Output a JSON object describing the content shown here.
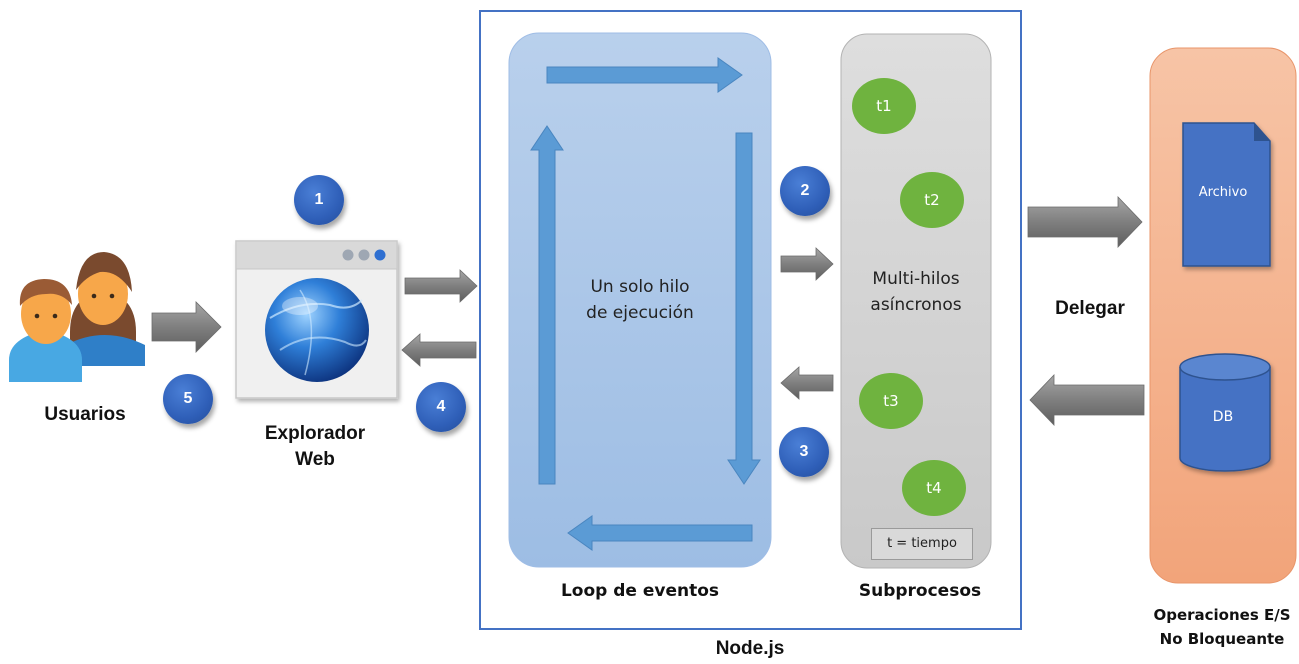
{
  "users": {
    "label": "Usuarios"
  },
  "browser": {
    "label_line1": "Explorador",
    "label_line2": "Web"
  },
  "badges": [
    "1",
    "2",
    "3",
    "4",
    "5"
  ],
  "event_loop": {
    "label": "Loop de eventos",
    "inner_line1": "Un solo hilo",
    "inner_line2": "de ejecución"
  },
  "subprocesses": {
    "label": "Subprocesos",
    "inner_line1": "Multi-hilos",
    "inner_line2": "asíncronos",
    "threads": [
      "t1",
      "t2",
      "t3",
      "t4"
    ],
    "legend": "t = tiempo"
  },
  "delegate": {
    "label": "Delegar"
  },
  "io": {
    "file_label": "Archivo",
    "db_label": "DB",
    "label_line1": "Operaciones E/S",
    "label_line2": "No Bloqueante"
  },
  "nodejs": {
    "label": "Node.js"
  },
  "colors": {
    "blue_frame": "#4472c4",
    "loop_fill": "#a9c4e6",
    "loop_arrow": "#5b9bd5",
    "subproc_fill": "#d6d6d6",
    "thread_green": "#6fb33f",
    "io_fill": "#f4b28e",
    "gray_arrow": "#808080"
  },
  "icons": [
    "users-icon",
    "browser-globe-icon",
    "file-icon",
    "database-icon"
  ]
}
